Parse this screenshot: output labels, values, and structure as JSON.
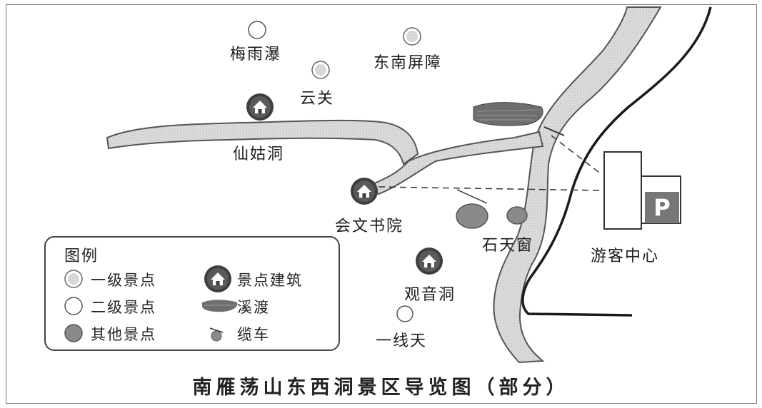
{
  "map": {
    "title": "南雁荡山东西洞景区导览图（部分）",
    "places": {
      "meiyupu": "梅雨瀑",
      "dongnanpingzhang": "东南屏障",
      "yunguan": "云关",
      "xiangudong": "仙姑洞",
      "huiwenshuyuan": "会文书院",
      "shitianchuang": "石天窗",
      "youkezhongxin": "游客中心",
      "guanyindong": "观音洞",
      "yixiantian": "一线天"
    },
    "parking_letter": "P"
  },
  "legend": {
    "title": "图例",
    "items": {
      "level1": "一级景点",
      "level2": "二级景点",
      "other": "其他景点",
      "building": "景点建筑",
      "ferry": "溪渡",
      "cable": "缆车"
    }
  },
  "colors": {
    "path_fill": "#dcdcdc",
    "path_stroke": "#555555",
    "building_icon": "#4a4a4a",
    "other_spot": "#8a8a8a",
    "parking": "#777777",
    "ferry": "#6e6e6e"
  },
  "icons": [
    "level1-spot-icon",
    "level2-spot-icon",
    "other-spot-icon",
    "building-icon",
    "ferry-icon",
    "cable-car-icon",
    "parking-icon"
  ]
}
